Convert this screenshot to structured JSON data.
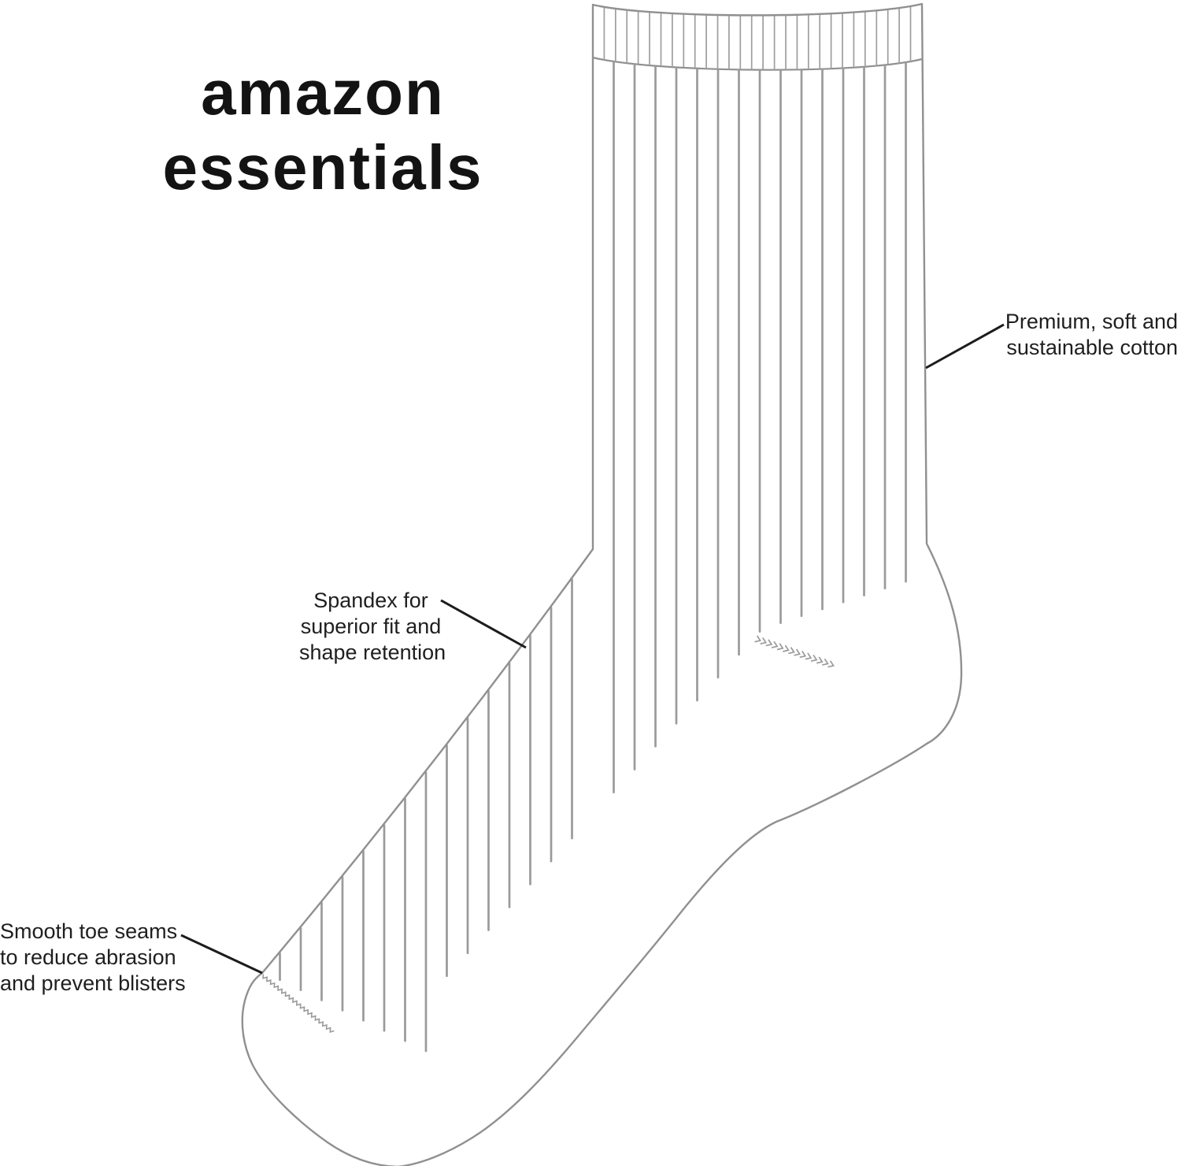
{
  "logo": {
    "line1": "amazon",
    "line2": "essentials"
  },
  "callouts": {
    "cotton": {
      "lines": [
        "Premium, soft and",
        "sustainable cotton"
      ]
    },
    "spandex": {
      "lines": [
        "Spandex for",
        "superior fit and",
        "shape retention"
      ]
    },
    "toe_seams": {
      "lines": [
        "Smooth toe seams",
        "to reduce abrasion",
        "and prevent blisters"
      ]
    }
  },
  "colors": {
    "background": "#ffffff",
    "sock_outline": "#909090",
    "sock_ribs": "#9a9a9a",
    "cuff_ribs": "#9e9e9e",
    "seam_detail": "#9a9a9a",
    "leader_line": "#1c1c1c",
    "callout_text": "#1f1f1f",
    "logo_text": "#131313"
  }
}
